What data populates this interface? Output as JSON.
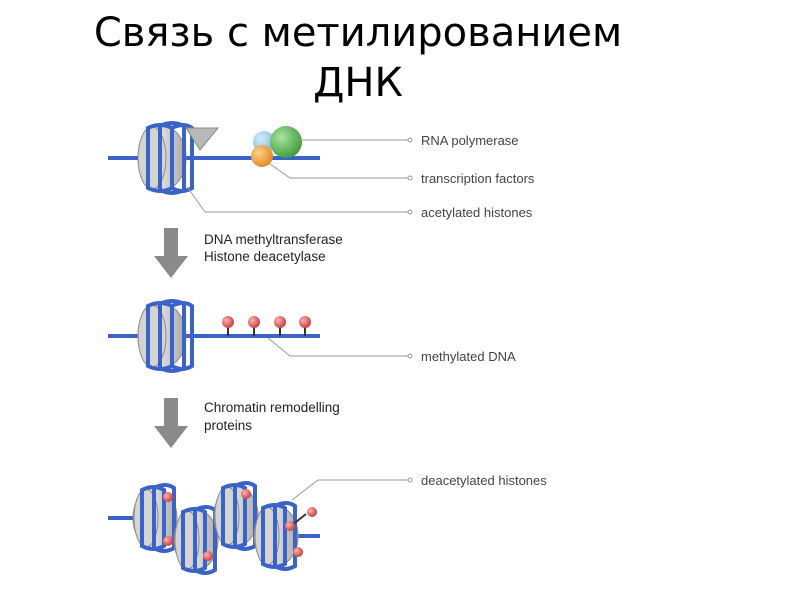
{
  "title": {
    "line1": "Связь с метилированием",
    "line2": "ДНК"
  },
  "labels": {
    "rna_polymerase": "RNA polymerase",
    "transcription_factors": "transcription factors",
    "acetylated_histones": "acetylated histones",
    "methylated_dna": "methylated DNA",
    "deacetylated_histones": "deacetylated histones"
  },
  "steps": {
    "step1_line1": "DNA methyltransferase",
    "step1_line2": "Histone deacetylase",
    "step2_line1": "Chromatin remodelling",
    "step2_line2": "proteins"
  },
  "colors": {
    "dna": "#3a63c8",
    "histone": "#c6c6c6",
    "arrow": "#8a8a8a",
    "rna_polymerase": "#5ab552",
    "transcription_factor_blue": "#8ec6e8",
    "transcription_factor_orange": "#f2a23a",
    "methyl_group": "#e06060",
    "leader_line": "#999999"
  }
}
